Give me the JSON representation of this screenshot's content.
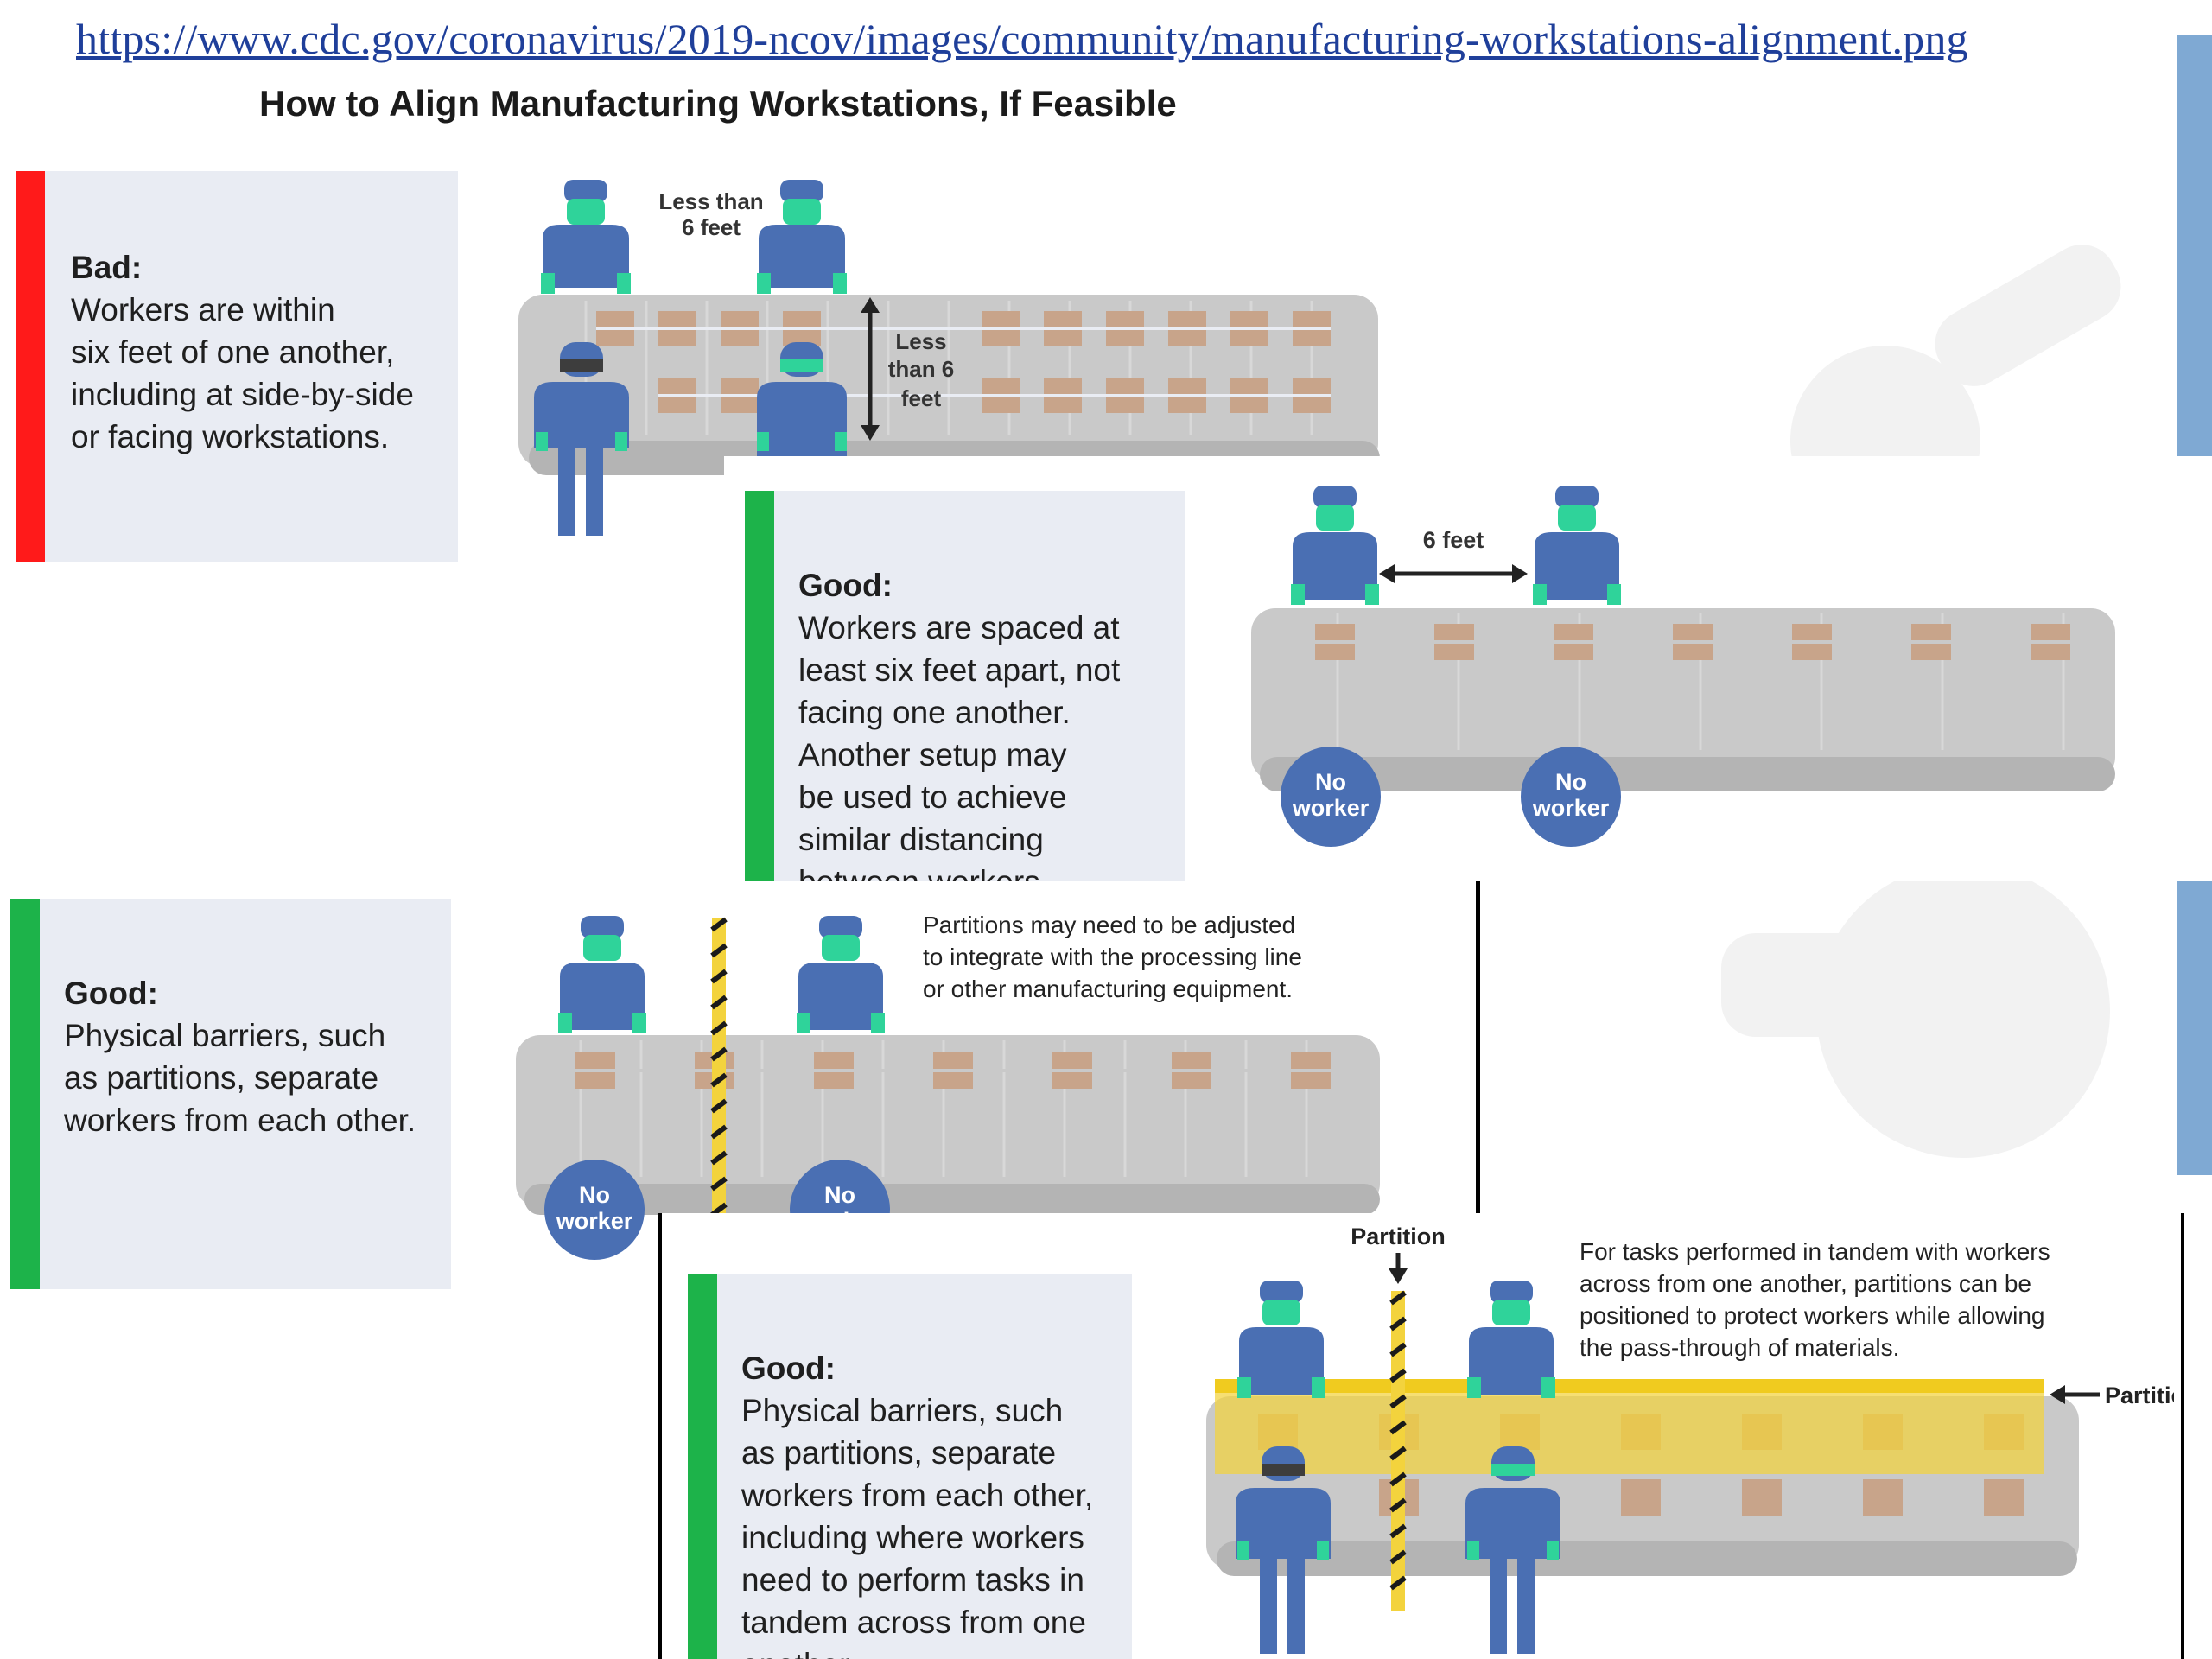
{
  "header": {
    "url": "https://www.cdc.gov/coronavirus/2019-ncov/images/community/manufacturing-workstations-alignment.png",
    "title": "How to Align Manufacturing Workstations, If Feasible"
  },
  "colors": {
    "bad": "#ff1a1a",
    "good": "#1db34a",
    "card_bg": "#e9ecf3",
    "worker": "#4a6fb3",
    "mask": "#2fd39a",
    "belt": "#c9c9c9",
    "box": "#c8a48a",
    "partition": "#f3d33d",
    "no_worker": "#4a6fb3"
  },
  "panels": [
    {
      "heading": "Bad:",
      "body": "Workers are within\nsix feet of one another,\nincluding at side-by-side\nor facing workstations.",
      "labels": {
        "top_gap_1": "Less than",
        "top_gap_2": "6 feet",
        "side_gap_1": "Less",
        "side_gap_2": "than 6",
        "side_gap_3": "feet"
      }
    },
    {
      "heading": "Good:",
      "body": "Workers are spaced at\nleast six feet apart, not\nfacing one another.\nAnother setup may\nbe used to achieve\nsimilar distancing\nbetween workers.",
      "labels": {
        "gap": "6 feet",
        "no_worker_1": "No",
        "no_worker_2": "worker"
      }
    },
    {
      "heading": "Good:",
      "body": "Physical barriers, such\nas partitions, separate\nworkers from each other.",
      "labels": {
        "note_1": "Partitions may need to be adjusted",
        "note_2": "to integrate with the processing line",
        "note_3": "or other manufacturing equipment.",
        "no_worker_1": "No",
        "no_worker_2": "worker"
      }
    },
    {
      "heading": "Good:",
      "body": "Physical barriers, such\nas partitions, separate\nworkers from each other,\nincluding where workers\nneed to perform tasks in\ntandem across from one\nanother.",
      "labels": {
        "partition_top": "Partition",
        "partition_side": "Partition",
        "note_1": "For tasks performed in tandem with workers",
        "note_2": "across from one another, partitions can be",
        "note_3": "positioned to protect workers while allowing",
        "note_4": "the pass-through of materials."
      }
    }
  ]
}
